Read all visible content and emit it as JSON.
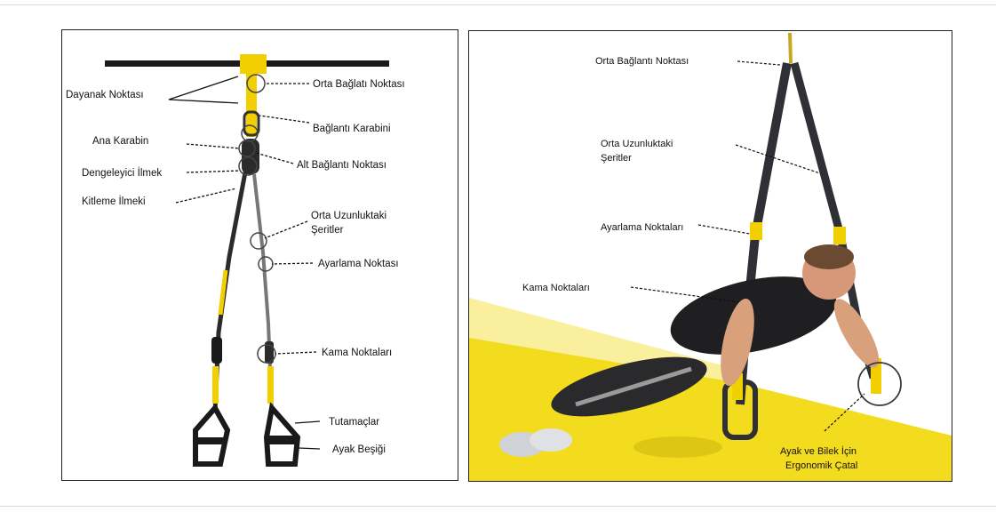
{
  "left_diagram": {
    "labels": {
      "dayanak": "Dayanak Noktası",
      "orta_baglati": "Orta Bağlatı Noktası",
      "baglanti_karabini": "Bağlantı Karabini",
      "ana_karabin": "Ana Karabin",
      "dengeleyici": "Dengeleyici İlmek",
      "alt_baglanti": "Alt Bağlantı Noktası",
      "kitleme": "Kitleme İlmeki",
      "orta_uzun_1": "Orta Uzunluktaki",
      "orta_uzun_2": "Şeritler",
      "ayarlama": "Ayarlama Noktası",
      "kama": "Kama Noktaları",
      "tutamaclar": "Tutamaçlar",
      "ayak_besigi": "Ayak Beşiği"
    }
  },
  "right_photo": {
    "labels": {
      "orta_baglanti": "Orta Bağlantı Noktası",
      "orta_uzun_1": "Orta Uzunluktaki",
      "orta_uzun_2": "Şeritler",
      "ayarlama": "Ayarlama Noktaları",
      "kama": "Kama Noktaları",
      "ergonomik_1": "Ayak ve Bilek İçin",
      "ergonomik_2": "Ergonomik Çatal"
    }
  },
  "colors": {
    "strap_yellow": "#f2cf00",
    "floor_yellow": "#f3dc1e",
    "strap_dark": "#2b2b2b"
  }
}
